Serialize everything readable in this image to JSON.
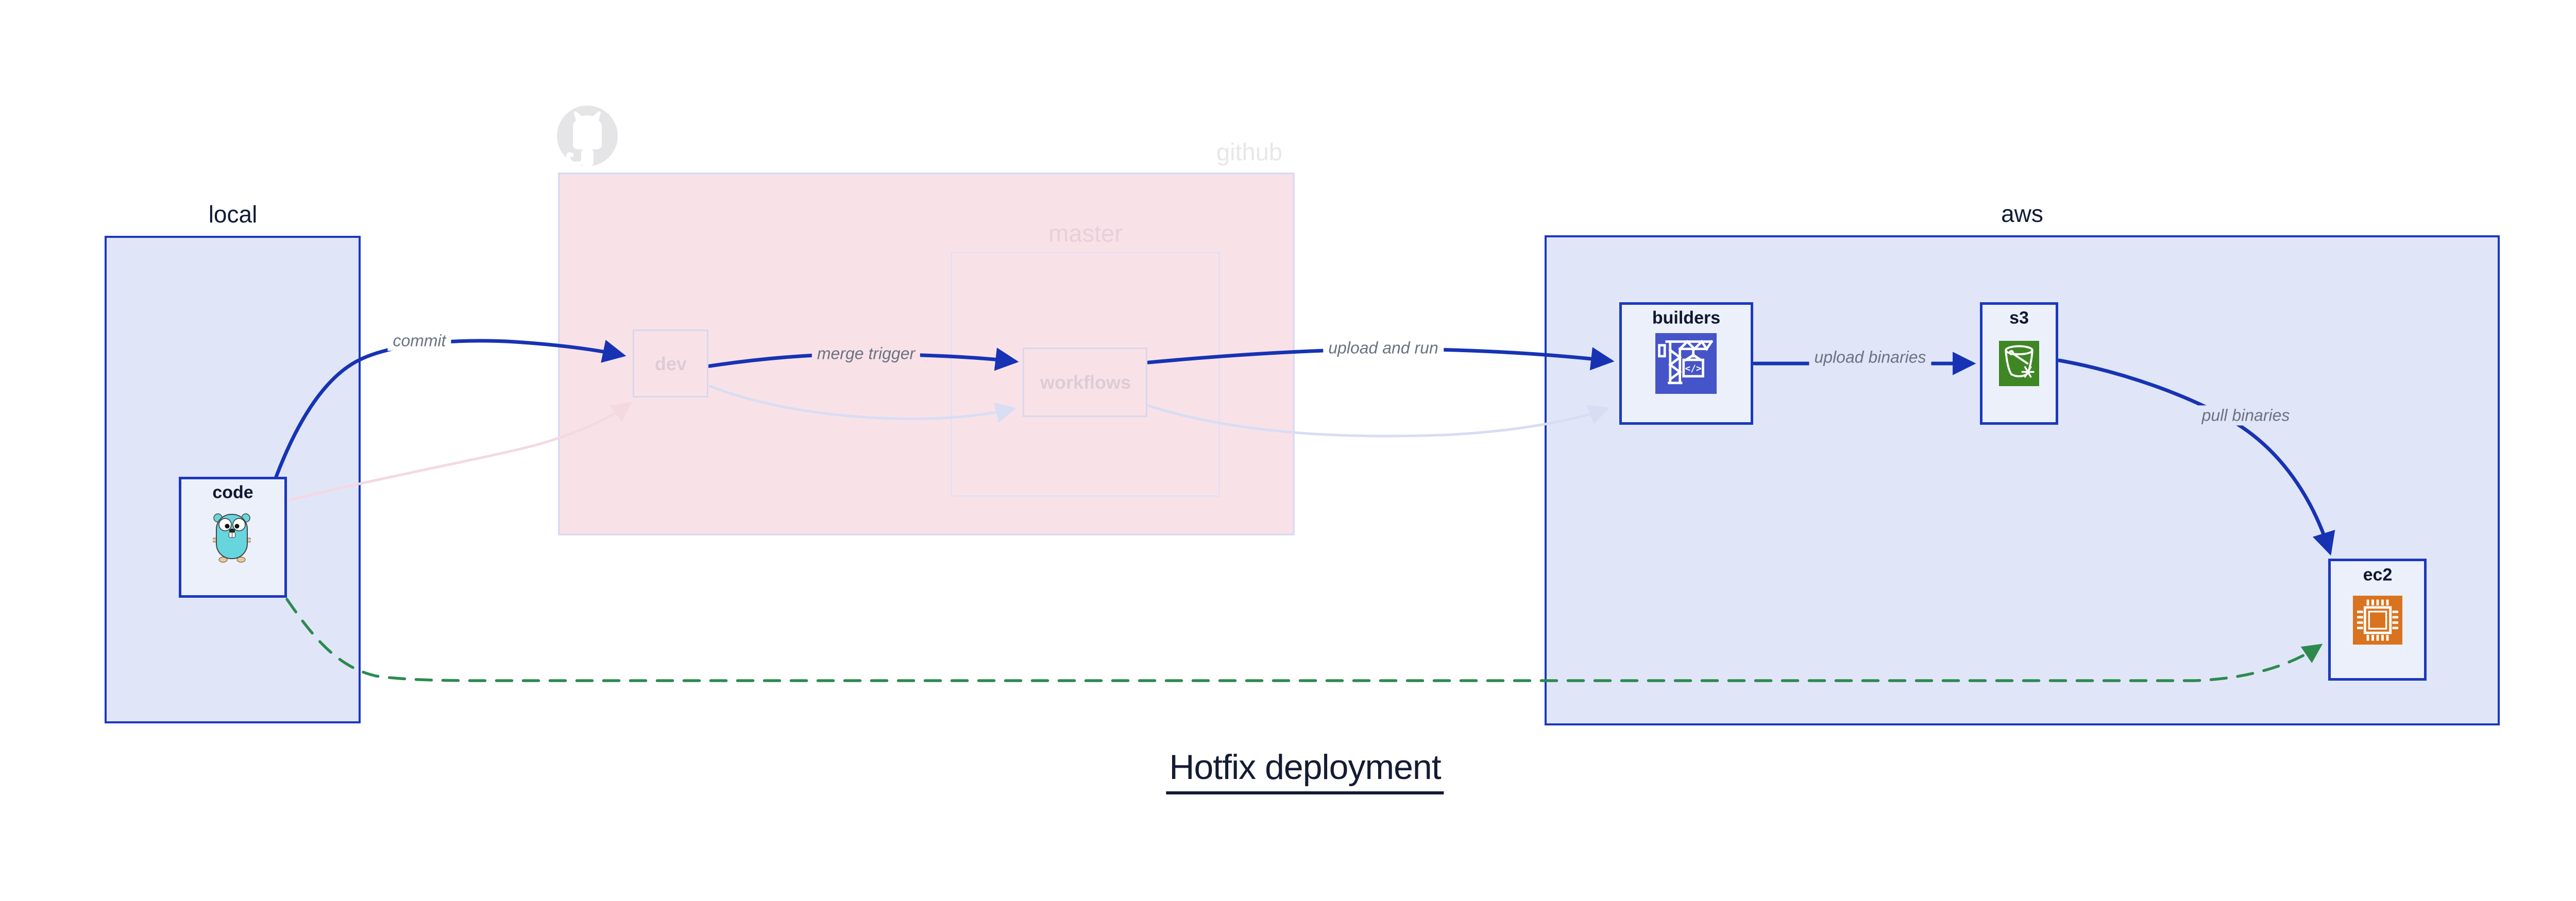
{
  "diagram_title": "Hotfix deployment",
  "regions": {
    "local": {
      "label": "local"
    },
    "github": {
      "label": "github",
      "master": {
        "label": "master"
      }
    },
    "aws": {
      "label": "aws"
    }
  },
  "nodes": {
    "code": {
      "label": "code",
      "icon": "gopher-icon"
    },
    "dev": {
      "label": "dev"
    },
    "workflows": {
      "label": "workflows"
    },
    "builders": {
      "label": "builders",
      "icon": "codebuild-crane-icon",
      "icon_color": "#4554c8",
      "icon_code_text": "</>"
    },
    "s3": {
      "label": "s3",
      "icon": "s3-bucket-icon",
      "icon_color": "#3f8624"
    },
    "ec2": {
      "label": "ec2",
      "icon": "ec2-chip-icon",
      "icon_color": "#d9731f"
    }
  },
  "edges": [
    {
      "id": "commit",
      "label": "commit",
      "from": "code",
      "to": "dev",
      "style": "solid-blue"
    },
    {
      "id": "merge-trigger",
      "label": "merge trigger",
      "from": "dev",
      "to": "workflows",
      "style": "solid-blue"
    },
    {
      "id": "upload-and-run",
      "label": "upload and run",
      "from": "workflows",
      "to": "builders",
      "style": "solid-blue"
    },
    {
      "id": "upload-binaries",
      "label": "upload binaries",
      "from": "builders",
      "to": "s3",
      "style": "solid-blue"
    },
    {
      "id": "pull-binaries",
      "label": "pull binaries",
      "from": "s3",
      "to": "ec2",
      "style": "solid-blue"
    },
    {
      "id": "hotfix-direct",
      "label": "",
      "from": "code",
      "to": "ec2",
      "style": "dashed-green"
    },
    {
      "id": "code-to-dev-faded",
      "label": "",
      "from": "code",
      "to": "dev",
      "style": "faded-pink"
    },
    {
      "id": "dev-to-workflows-faded",
      "label": "",
      "from": "dev",
      "to": "workflows",
      "style": "faded-lavender"
    },
    {
      "id": "workflows-to-builders-faded",
      "label": "",
      "from": "workflows",
      "to": "builders",
      "style": "faded-lavender"
    }
  ],
  "colors": {
    "accent_blue": "#1733b4",
    "box_border_blue": "#1b38bd",
    "region_blue_fill": "#e0e6f8",
    "node_fill": "#ecf0fb",
    "github_pink_fill": "#f8e2e8",
    "faded_lavender": "#d8ddf3",
    "faded_pink": "#f4d9e1",
    "green_dashed": "#2d8a4f",
    "edge_label_gray": "#6b7280",
    "codebuild_indigo": "#4554c8",
    "s3_green": "#3f8624",
    "ec2_orange": "#d9731f",
    "title_navy": "#141b33"
  }
}
